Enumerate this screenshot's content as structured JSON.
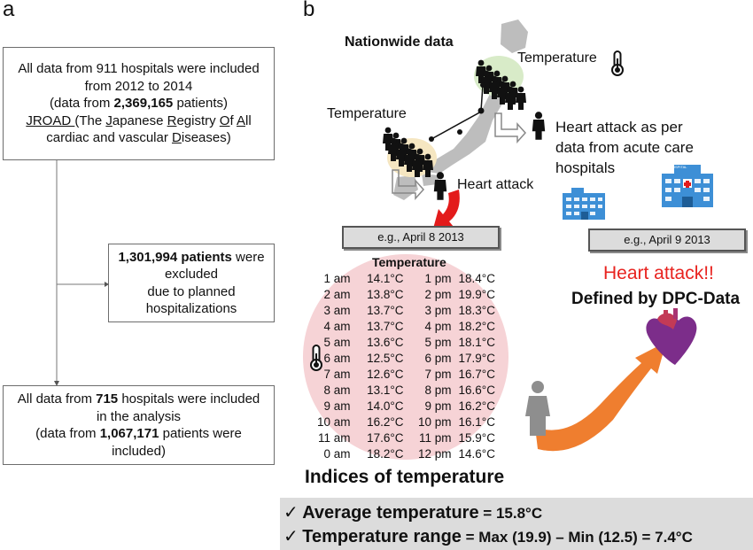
{
  "panels": {
    "a": "a",
    "b": "b"
  },
  "flow": {
    "box1": {
      "line1": "All data from 911 hospitals were included",
      "line2": "from 2012 to 2014",
      "line3_pre": "(data from ",
      "line3_bold": "2,369,165",
      "line3_post": " patients)",
      "line4": {
        "u1": "JROAD ",
        "t1": " (The ",
        "u2": "J",
        "t2": "apanese ",
        "u3": "R",
        "t3": "egistry ",
        "u4": "O",
        "t4": "f ",
        "u5": "A",
        "t5": "ll"
      },
      "line5": {
        "t1": "cardiac and vascular ",
        "u1": "D",
        "t2": "iseases)"
      }
    },
    "box2": {
      "line1_bold": "1,301,994 patients",
      "line1_post": " were",
      "line2": "excluded",
      "line3": "due to planned",
      "line4": "hospitalizations"
    },
    "box3": {
      "line1_pre": "All data from ",
      "line1_bold": "715",
      "line1_post": " hospitals were included",
      "line2": "in the analysis",
      "line3_pre": "(data from ",
      "line3_bold": "1,067,171",
      "line3_post": " patients were",
      "line4": "included)"
    }
  },
  "map": {
    "nationwide": "Nationwide data",
    "temp_label_north": "Temperature",
    "temp_label_west": "Temperature",
    "heart_attack": "Heart attack",
    "heart_attack_per_1": "Heart attack as per",
    "heart_attack_per_2": "data from acute care",
    "heart_attack_per_3": "hospitals",
    "hospital_sign": "HOSPITAL"
  },
  "dates": {
    "day1": "e.g., April 8 2013",
    "day2": "e.g., April 9 2013"
  },
  "event": {
    "title": "Heart attack!!",
    "defined_by": "Defined by DPC-Data"
  },
  "temperature_table": {
    "header": "Temperature",
    "rows": [
      {
        "am_time": "1 am",
        "am_temp": "14.1°C",
        "pm_time": "1 pm",
        "pm_temp": "18.4°C"
      },
      {
        "am_time": "2 am",
        "am_temp": "13.8°C",
        "pm_time": "2 pm",
        "pm_temp": "19.9°C"
      },
      {
        "am_time": "3 am",
        "am_temp": "13.7°C",
        "pm_time": "3 pm",
        "pm_temp": "18.3°C"
      },
      {
        "am_time": "4 am",
        "am_temp": "13.7°C",
        "pm_time": "4 pm",
        "pm_temp": "18.2°C"
      },
      {
        "am_time": "5 am",
        "am_temp": "13.6°C",
        "pm_time": "5 pm",
        "pm_temp": "18.1°C"
      },
      {
        "am_time": "6 am",
        "am_temp": "12.5°C",
        "pm_time": "6 pm",
        "pm_temp": "17.9°C"
      },
      {
        "am_time": "7 am",
        "am_temp": "12.6°C",
        "pm_time": "7 pm",
        "pm_temp": "16.7°C"
      },
      {
        "am_time": "8 am",
        "am_temp": "13.1°C",
        "pm_time": "8 pm",
        "pm_temp": "16.6°C"
      },
      {
        "am_time": "9 am",
        "am_temp": "14.0°C",
        "pm_time": "9 pm",
        "pm_temp": "16.2°C"
      },
      {
        "am_time": "10 am",
        "am_temp": "16.2°C",
        "pm_time": "10 pm",
        "pm_temp": "16.1°C"
      },
      {
        "am_time": "11 am",
        "am_temp": "17.6°C",
        "pm_time": "11 pm",
        "pm_temp": "15.9°C"
      },
      {
        "am_time": "0 am",
        "am_temp": "18.2°C",
        "pm_time": "12 pm",
        "pm_temp": "14.6°C"
      }
    ]
  },
  "indices": {
    "title": "Indices of temperature",
    "check": "✓",
    "average_label": "Average temperature",
    "average_value": " = 15.8°C",
    "range_label": "Temperature range",
    "range_value": " = Max (19.9) – Min (12.5) = 7.4°C"
  },
  "colors": {
    "circle_fill": "#f6d3d6",
    "north_highlight": "#d8ebc8",
    "west_highlight": "#f5e6c1",
    "map_gray": "#bdbdbd",
    "red_arrow": "#e31b1b",
    "orange_arrow": "#ef7e2f",
    "heart_title": "#e8231f",
    "indices_bg": "#dcdcdc",
    "hospital_blue": "#3d8fd6"
  },
  "icons": [
    "person-icon",
    "thermometer-icon",
    "hospital-icon",
    "heart-icon",
    "patient-icon",
    "arrow-icon"
  ]
}
